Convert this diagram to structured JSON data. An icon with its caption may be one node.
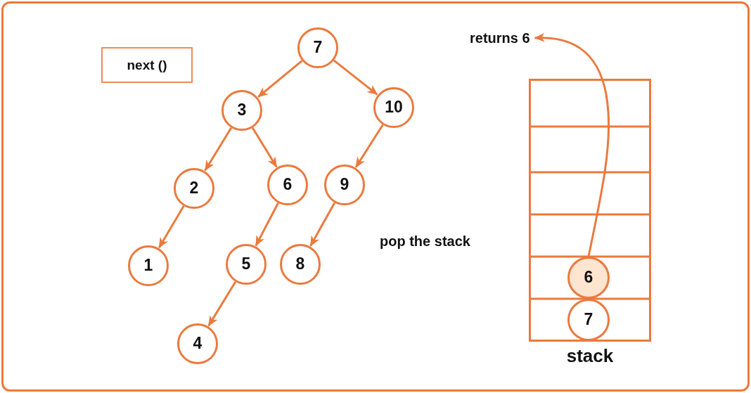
{
  "diagram": {
    "nodes": [
      {
        "text": [
          "next ()"
        ]
      },
      {
        "text": [
          "7"
        ]
      },
      {
        "text": [
          "3"
        ]
      },
      {
        "text": [
          "10"
        ]
      },
      {
        "text": [
          "2"
        ]
      },
      {
        "text": [
          "6"
        ]
      },
      {
        "text": [
          "9"
        ]
      },
      {
        "text": [
          "1"
        ]
      },
      {
        "text": [
          "5"
        ]
      },
      {
        "text": [
          "8"
        ]
      },
      {
        "text": [
          "4"
        ]
      },
      {
        "text": [
          "returns 6"
        ]
      },
      {
        "text": [
          "stack"
        ]
      },
      {
        "text": [
          "6"
        ],
        "in": 12
      },
      {
        "text": [
          "7"
        ],
        "in": 12
      }
    ],
    "edges": [
      {
        "from": 1,
        "to": 2,
        "arrow": "to"
      },
      {
        "from": 1,
        "to": 3,
        "arrow": "to"
      },
      {
        "from": 2,
        "to": 4,
        "arrow": "to"
      },
      {
        "from": 2,
        "to": 5,
        "arrow": "to"
      },
      {
        "from": 3,
        "to": 6,
        "arrow": "to"
      },
      {
        "from": 4,
        "to": 7,
        "arrow": "to"
      },
      {
        "from": 5,
        "to": 8,
        "arrow": "to"
      },
      {
        "from": 6,
        "to": 9,
        "arrow": "to"
      },
      {
        "from": 8,
        "to": 10,
        "arrow": "to"
      },
      {
        "from": 13,
        "to": 11,
        "arrow": "to"
      }
    ],
    "labels": [
      "pop the stack"
    ]
  }
}
